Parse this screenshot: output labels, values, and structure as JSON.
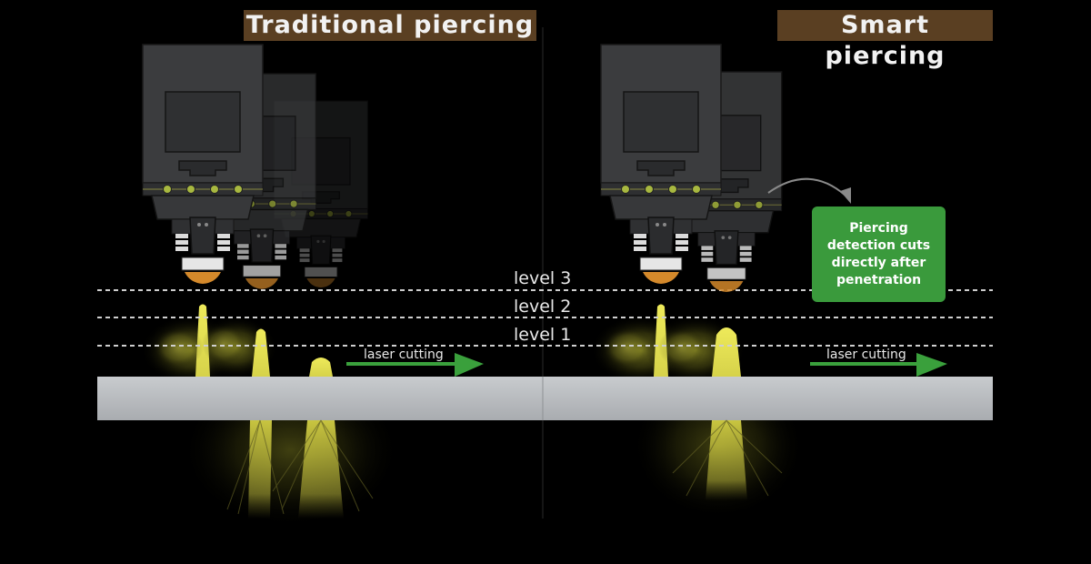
{
  "titles": {
    "left": "Traditional piercing",
    "right": "Smart piercing"
  },
  "levels": {
    "level3": "level 3",
    "level2": "level 2",
    "level1": "level 1"
  },
  "laser": {
    "left_label": "laser cutting",
    "right_label": "laser cutting"
  },
  "callout": {
    "text": "Piercing detection cuts directly after penetration"
  },
  "colors": {
    "background": "#000000",
    "title_bg": "#5a3f22",
    "callout_bg": "#3a9a3c",
    "arrow": "#3aa03c",
    "beam": "#e6e24a",
    "head_body": "#3b3c3e",
    "workpiece": "#b9bcbf",
    "nozzle_tip": "#d4892b"
  },
  "icons": {
    "arrow": "right-arrow-icon",
    "curved_arrow": "curved-arrow-icon",
    "laser_head": "laser-head-icon"
  }
}
